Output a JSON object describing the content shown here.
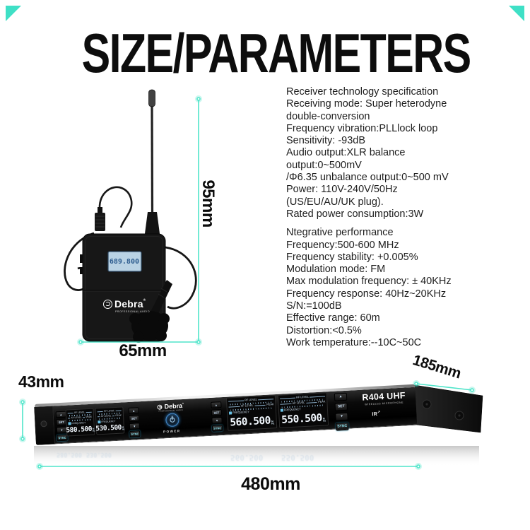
{
  "accent": "#45E3C7",
  "title": "SIZE/PARAMETERS",
  "transmitter": {
    "lcd_value": "689.800",
    "brand": "Debra",
    "brand_reg": "®",
    "brand_sub": "PROFESSIONAL AUDIO",
    "height_label": "95mm",
    "width_label": "65mm"
  },
  "specs": {
    "receiver_lines": [
      "Receiver technology specification",
      "Receiving mode: Super heterodyne",
      "double-conversion",
      "Frequency vibration:PLLlock loop",
      "Sensitivity: -93dB",
      "Audio output:XLR balance",
      "output:0~500mV",
      "/Φ6.35 unbalance output:0~500 mV",
      "Power: 110V-240V/50Hz",
      "(US/EU/AU/UK plug).",
      "Rated power consumption:3W"
    ],
    "performance_lines": [
      "Ntegrative performance",
      "Frequency:500-600 MHz",
      "Frequency stability: +0.005%",
      "Modulation mode: FM",
      "Max modulation frequency: ± 40KHz",
      "Frequency response: 40Hz~20KHz",
      "S/N:=100dB",
      "Effective range: 60m",
      "Distortion:<0.5%",
      "Work temperature:--10C~50C"
    ]
  },
  "receiver": {
    "model": "R404 UHF",
    "model_sub": "WIRELESS MICROPHONE",
    "ir_label": "IR",
    "ir_arrow": "↗",
    "power_label": "POWER",
    "brand": "Debra",
    "brand_reg": "®",
    "brand_sub": "PROFESSIONAL AUDIO",
    "btn_up": "▲",
    "btn_set": "SET",
    "btn_down": "▼",
    "btn_sync": "SYNC",
    "lcd": {
      "rf": "RF LEVEL",
      "af": "AF LEVEL",
      "peak": "PEAK",
      "frequency": "FREQUENCY",
      "unit_top": "M",
      "unit_bottom": "Hz"
    },
    "channels": [
      "580.500",
      "530.500",
      "560.500",
      "550.500"
    ],
    "height_label": "43mm",
    "depth_label": "185mm",
    "width_label": "480mm"
  }
}
